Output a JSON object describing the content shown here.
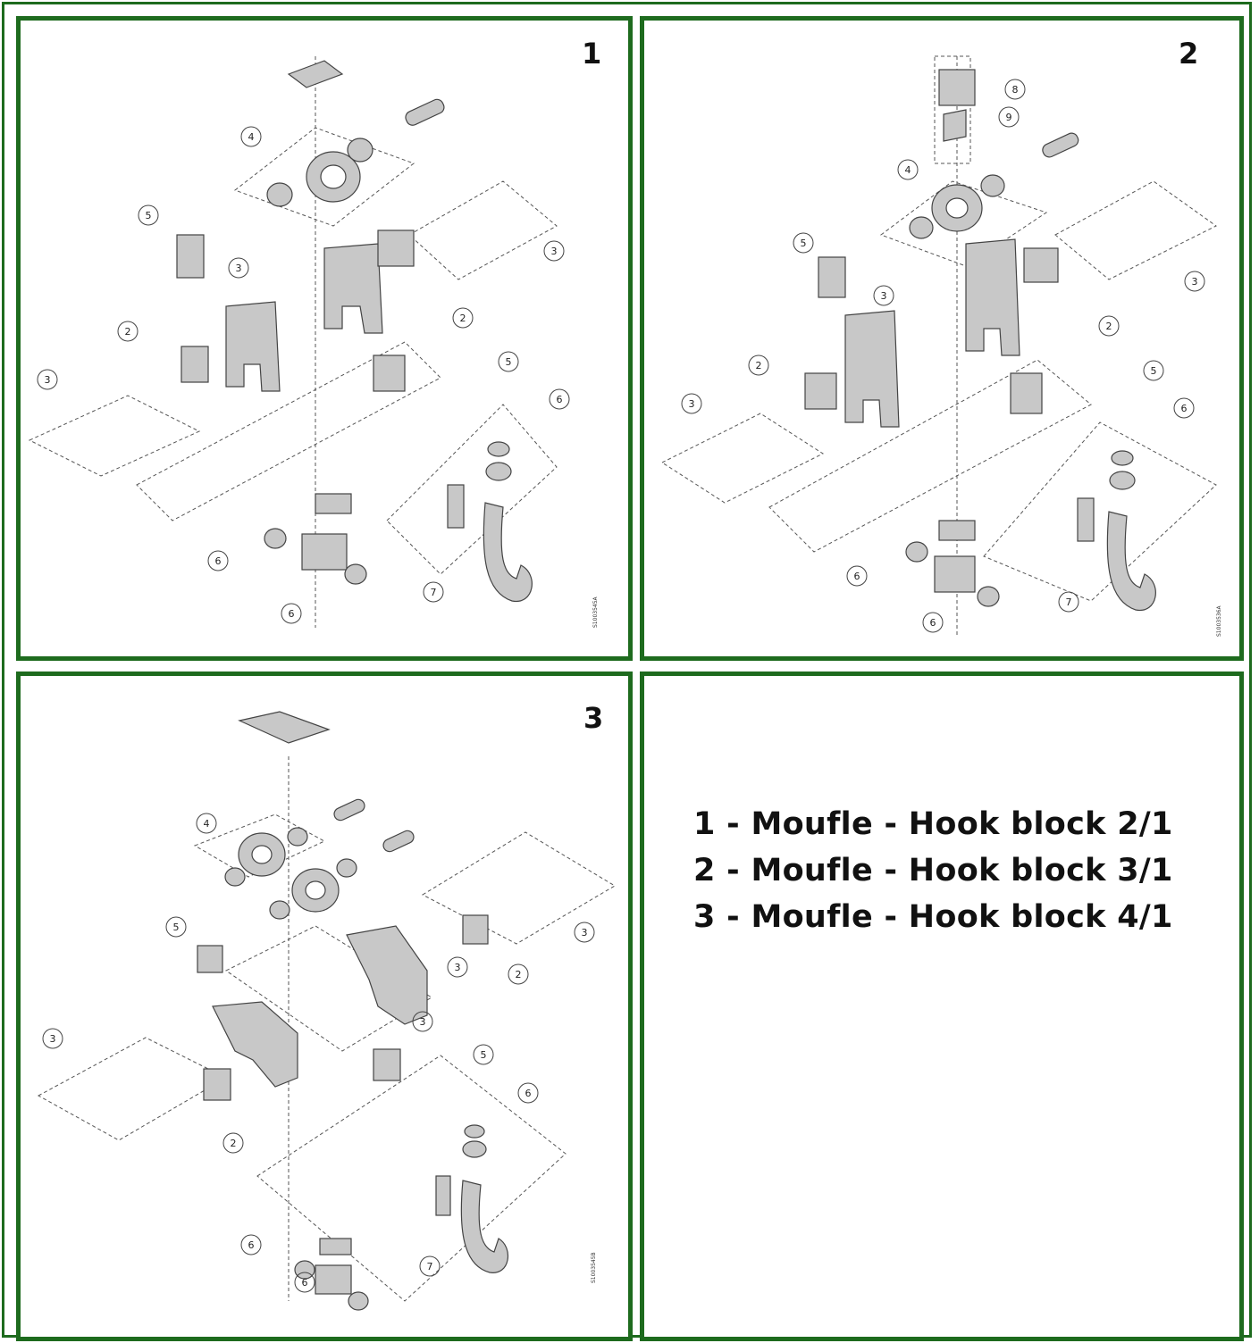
{
  "panels": [
    {
      "number": "1",
      "drawing_code": "S1003545A",
      "callouts": [
        "4",
        "5",
        "3",
        "2",
        "2",
        "3",
        "3",
        "5",
        "6",
        "6",
        "6",
        "7"
      ]
    },
    {
      "number": "2",
      "drawing_code": "S1003536A",
      "callouts": [
        "8",
        "9",
        "4",
        "5",
        "3",
        "3",
        "2",
        "2",
        "3",
        "5",
        "6",
        "6",
        "6",
        "7"
      ]
    },
    {
      "number": "3",
      "drawing_code": "S1003545B",
      "callouts": [
        "4",
        "5",
        "3",
        "3",
        "3",
        "3",
        "2",
        "2",
        "5",
        "6",
        "6",
        "6",
        "7"
      ]
    }
  ],
  "legend": [
    "1 - Moufle - Hook block 2/1",
    "2 - Moufle - Hook block 3/1",
    "3 - Moufle - Hook block 4/1"
  ],
  "colors": {
    "border": "#1e6b1e",
    "part_fill": "#c8c8c8",
    "line": "#444444"
  }
}
